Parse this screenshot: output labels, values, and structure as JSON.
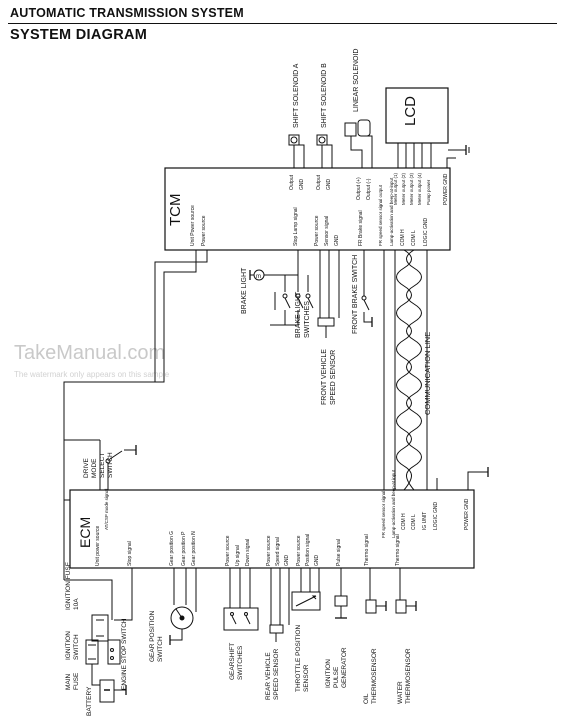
{
  "header": {
    "section": "AUTOMATIC TRANSMISSION SYSTEM",
    "title": "SYSTEM DIAGRAM"
  },
  "watermark": {
    "brand": "TakeManual.com",
    "note": "The watermark only appears on this sample"
  },
  "tcm": {
    "name": "TCM",
    "pins_left": [
      "Unit Power source",
      "Power source"
    ],
    "pins_brake": [
      "Stop Lamp signal"
    ],
    "pins_speed": [
      "Power source",
      "Sensor signal",
      "GND"
    ],
    "pins_fr": [
      "FR Brake signal"
    ],
    "pins_comm": [
      "FR speed sensor signal output",
      "Lamp-activation and beep-at-input",
      "COM H",
      "COM L",
      "LOGIC GND"
    ],
    "pins_sol_a": [
      "Output",
      "GND"
    ],
    "pins_sol_b": [
      "Output",
      "GND"
    ],
    "pins_linear": [
      "Output (+)",
      "Output (-)"
    ],
    "pins_lcd": [
      "Meter output (1)",
      "Meter output (2)",
      "Meter output (3)",
      "Meter output (4)",
      "Pump power"
    ],
    "pin_power_gnd": "POWER GND"
  },
  "ecm": {
    "name": "ECM",
    "pins_left": [
      "Unit power source"
    ],
    "pin_mode": "AT/CSP mode signal",
    "pin_stop": "Stop signal",
    "pins_gear": [
      "Gear position G",
      "Gear position P",
      "Gear position N"
    ],
    "pins_shift": [
      "Power source",
      "Up signal",
      "Down signal"
    ],
    "pins_rear": [
      "Power source",
      "Speed signal",
      "GND"
    ],
    "pins_throttle": [
      "Power source",
      "Position signal",
      "GND"
    ],
    "pin_pulse": "Pulse signal",
    "pin_oil": "Thermo signal",
    "pin_water": "Thermo signal",
    "pins_comm": [
      "FR speed sensor signal",
      "Lamp-activation and beep-at input",
      "COM H",
      "COM L",
      "IG UNIT",
      "LOGIC GND"
    ],
    "pin_power_gnd": "POWER GND"
  },
  "components": {
    "shift_solenoid_a": "SHIFT SOLENOID A",
    "shift_solenoid_b": "SHIFT SOLENOID B",
    "linear_solenoid": "LINEAR SOLENOID",
    "lcd": "LCD",
    "brake_light": "BRAKE LIGHT",
    "brake_light_switches": [
      "BRAKE LIGHT",
      "SWITCHES"
    ],
    "front_speed_sensor": [
      "FRONT VEHICLE",
      "SPEED SENSOR"
    ],
    "front_brake_switch": "FRONT BRAKE SWITCH",
    "communication_line": "COMMUNICATION LINE",
    "drive_mode_switch": [
      "DRIVE",
      "MODE",
      "SELECT",
      "SWITCH"
    ],
    "ignition_fuse": [
      "IGNITION FUSE",
      "10A"
    ],
    "ignition_switch": [
      "IGNITION",
      "SWITCH"
    ],
    "main_fuse": [
      "MAIN",
      "FUSE"
    ],
    "engine_stop_switch": "ENGINE STOP SWITCH",
    "battery": "BATTERY",
    "gear_position_switch": [
      "GEAR POSITION",
      "SWITCH"
    ],
    "gearshift_switches": [
      "GEARSHIFT",
      "SWITCHES"
    ],
    "rear_speed_sensor": [
      "REAR VEHICLE",
      "SPEED SENSOR"
    ],
    "throttle_sensor": [
      "THROTTLE POSITION",
      "SENSOR"
    ],
    "pulse_generator": [
      "IGNITION",
      "PULSE",
      "GENERATOR"
    ],
    "oil_thermosensor": [
      "OIL",
      "THERMOSENSOR"
    ],
    "water_thermosensor": [
      "WATER",
      "THERMOSENSOR"
    ]
  }
}
